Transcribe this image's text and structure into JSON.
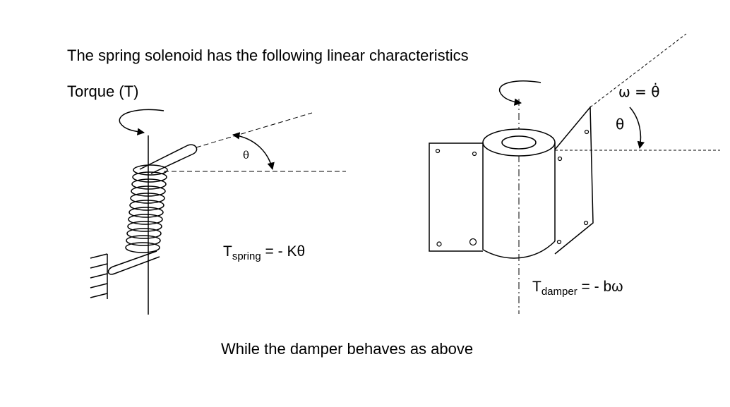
{
  "heading": "The spring solenoid has the following linear characteristics",
  "torque_label": "Torque (T)",
  "spring_equation": {
    "symbol": "T",
    "subscript": "spring",
    "rhs": " = - Kθ"
  },
  "angle_label_left": "θ",
  "angle_label_right": "θ",
  "omega_equation": "ω = θ̇",
  "damper_equation": {
    "symbol": "T",
    "subscript": "damper",
    "rhs": " = - bω"
  },
  "caption": "While the damper behaves as above"
}
